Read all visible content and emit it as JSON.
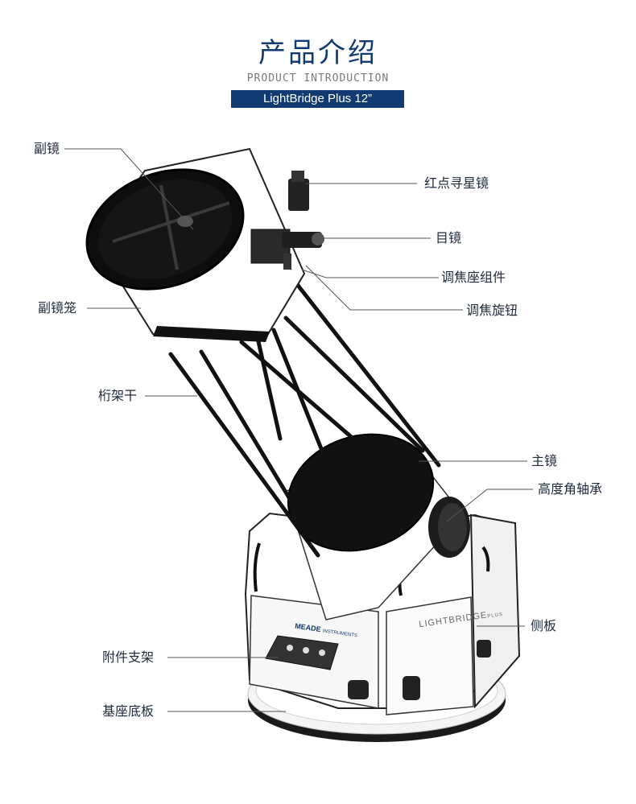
{
  "header": {
    "title": "产品介绍",
    "subtitle": "PRODUCT INTRODUCTION",
    "model": "LightBridge Plus 12”"
  },
  "product": {
    "brand": "MEADE",
    "brand_sub": "INSTRUMENTS",
    "series_mark": "LIGHTBRIDGE",
    "series_mark_suffix": "PLUS"
  },
  "callouts": {
    "secondary_mirror": "副镜",
    "red_dot_finder": "红点寻星镜",
    "eyepiece": "目镜",
    "focuser_assembly": "调焦座组件",
    "secondary_cage": "副镜笼",
    "focus_knob": "调焦旋钮",
    "truss_pole": "桁架干",
    "primary_mirror": "主镜",
    "altitude_bearing": "高度角轴承",
    "side_panel": "侧板",
    "accessory_tray": "附件支架",
    "base_plate": "基座底板"
  },
  "colors": {
    "brand_blue": "#123a73",
    "label_text": "#1e2a3a",
    "leader_line": "#555555"
  }
}
